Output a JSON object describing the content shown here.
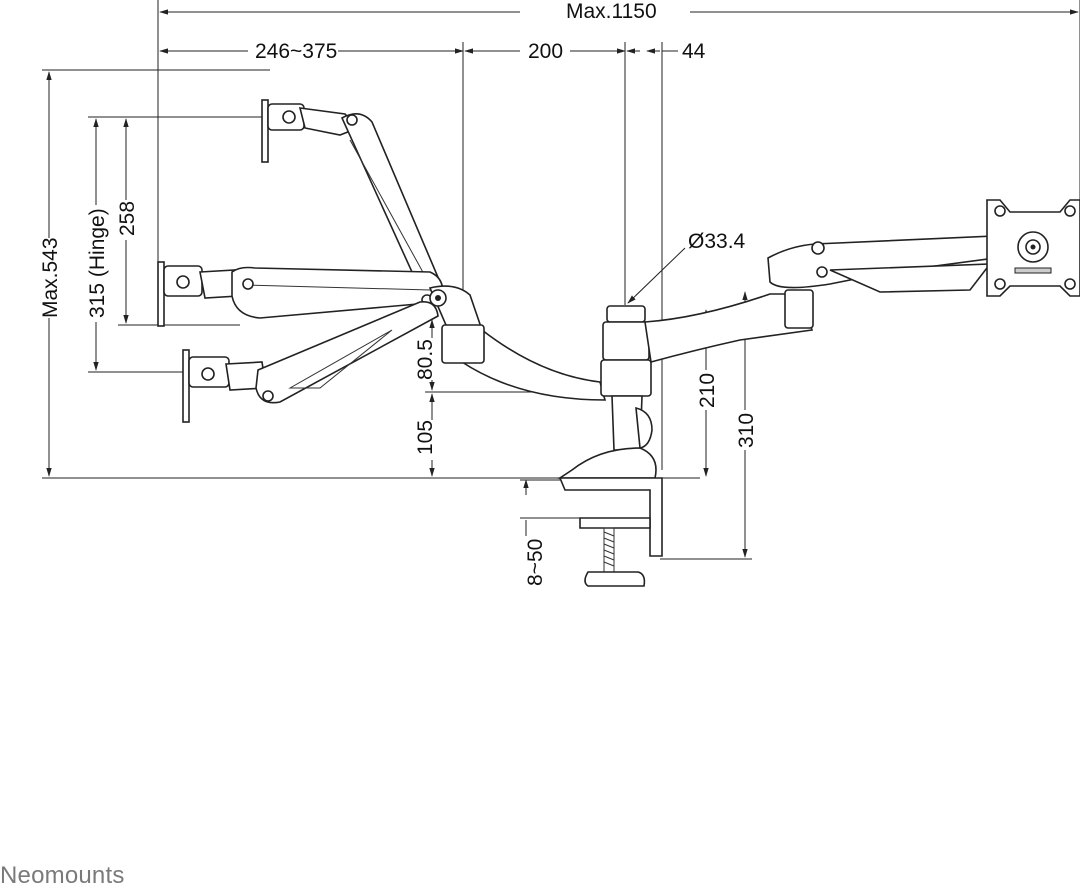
{
  "brand": "Neomounts",
  "dimensions": {
    "max_width": "Max.1150",
    "reach": "246~375",
    "arm_spacing": "200",
    "offset": "44",
    "pole_diameter": "Ø33.4",
    "max_height": "Max.543",
    "hinge_range": "315 (Hinge)",
    "vesa_travel": "258",
    "arm_height": "80.5",
    "base_height": "105",
    "arm_clearance": "210",
    "total_height": "310",
    "clamp_range": "8~50"
  }
}
